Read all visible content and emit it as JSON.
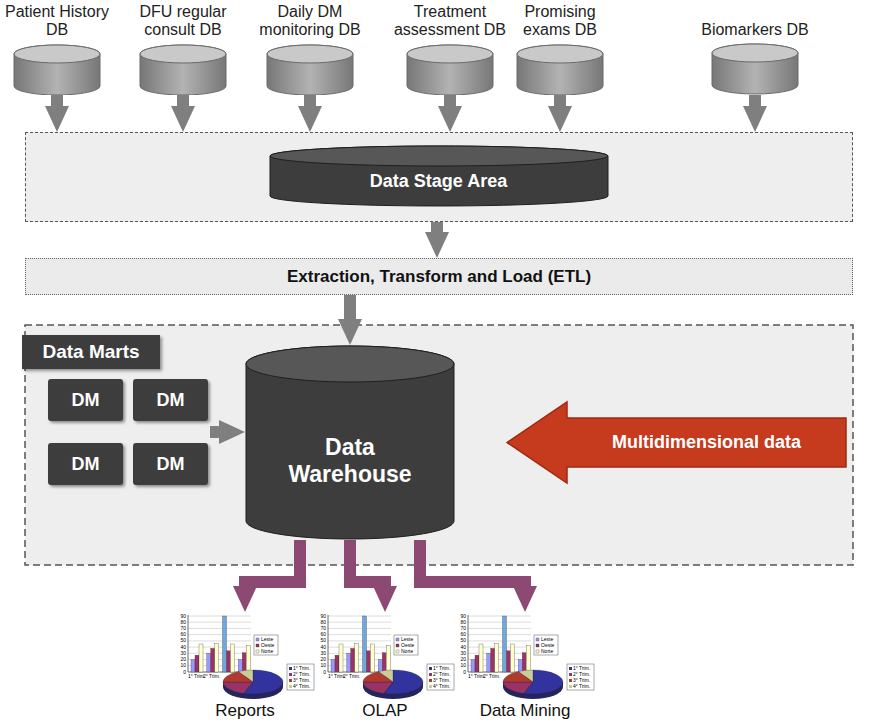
{
  "diagram": {
    "nodes": [
      {
        "text": [
          "Patient History DB"
        ]
      },
      {
        "text": [
          "DFU regular consult DB"
        ]
      },
      {
        "text": [
          "Daily DM monitoring DB"
        ]
      },
      {
        "text": [
          "Treatment assessment DB"
        ]
      },
      {
        "text": [
          "Promising exams DB"
        ]
      },
      {
        "text": [
          "Biomarkers DB"
        ]
      },
      {
        "text": [
          "Data Stage Area"
        ]
      },
      {
        "text": [
          "Extraction, Transform and Load (ETL)"
        ]
      },
      {
        "text": [
          "Data Marts"
        ]
      },
      {
        "text": [
          "DM"
        ],
        "in": 8
      },
      {
        "text": [
          "DM"
        ],
        "in": 8
      },
      {
        "text": [
          "DM"
        ],
        "in": 8
      },
      {
        "text": [
          "DM"
        ],
        "in": 8
      },
      {
        "text": [
          "Data Warehouse"
        ]
      },
      {
        "text": [
          "Multidimensional data"
        ]
      },
      {
        "text": [
          "Reports"
        ]
      },
      {
        "text": [
          "OLAP"
        ]
      },
      {
        "text": [
          "Data Mining"
        ]
      }
    ],
    "edges": [
      {
        "from": 0,
        "to": 6,
        "arrow": "to"
      },
      {
        "from": 1,
        "to": 6,
        "arrow": "to"
      },
      {
        "from": 2,
        "to": 6,
        "arrow": "to"
      },
      {
        "from": 3,
        "to": 6,
        "arrow": "to"
      },
      {
        "from": 4,
        "to": 6,
        "arrow": "to"
      },
      {
        "from": 5,
        "to": 6,
        "arrow": "to"
      },
      {
        "from": 6,
        "to": 7,
        "arrow": "to"
      },
      {
        "from": 7,
        "to": 13,
        "arrow": "to"
      },
      {
        "from": 8,
        "to": 13,
        "arrow": "to"
      },
      {
        "from": 13,
        "to": 15,
        "arrow": "to"
      },
      {
        "from": 13,
        "to": 16,
        "arrow": "to"
      },
      {
        "from": 13,
        "to": 17,
        "arrow": "to"
      }
    ],
    "labels": [
      "90",
      "80",
      "70",
      "60",
      "50",
      "40",
      "30",
      "20",
      "10",
      "0",
      "1° Trim.",
      "2° Trim.",
      "Leste",
      "Oeste",
      "Norte",
      "1° Trim.",
      "2° Trim.",
      "3° Trim.",
      "4° Trim.",
      "90",
      "80",
      "70",
      "60",
      "50",
      "40",
      "30",
      "20",
      "10",
      "0",
      "1° Trim.",
      "2° Trim.",
      "Leste",
      "Oeste",
      "Norte",
      "1° Trim.",
      "2° Trim.",
      "3° Trim.",
      "4° Trim.",
      "90",
      "80",
      "70",
      "60",
      "50",
      "40",
      "30",
      "20",
      "10",
      "0",
      "1° Trim.",
      "2° Trim.",
      "Leste",
      "Oeste",
      "Norte",
      "1° Trim.",
      "2° Trim.",
      "3° Trim.",
      "4° Trim."
    ]
  }
}
